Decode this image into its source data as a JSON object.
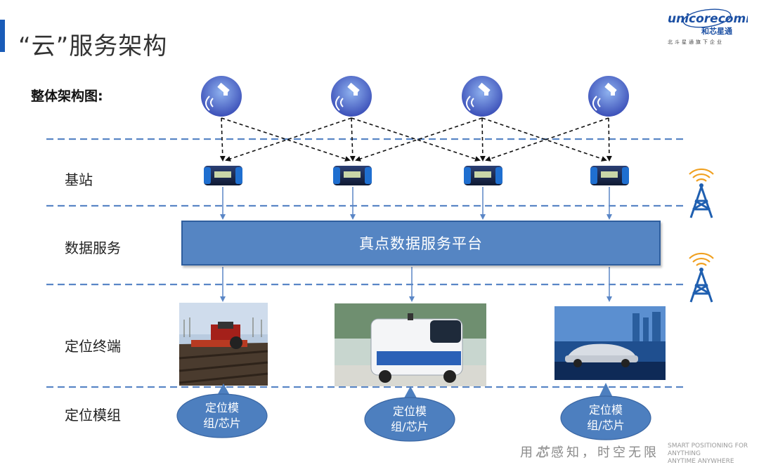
{
  "slide": {
    "title": "“云”服务架构",
    "subtitle": "整体架构图:"
  },
  "rows": {
    "base_station": "基站",
    "data_service": "数据服务",
    "terminal": "定位终端",
    "module": "定位模组"
  },
  "platform": {
    "label": "真点数据服务平台"
  },
  "bubbles": [
    {
      "line1": "定位模",
      "line2": "组/芯片"
    },
    {
      "line1": "定位模",
      "line2": "组/芯片"
    },
    {
      "line1": "定位模",
      "line2": "组/芯片"
    }
  ],
  "logo": {
    "wordmark": "unicorecomm",
    "cn": "和芯星通",
    "tagline": "北斗星通旗下企业"
  },
  "footer": {
    "slogan_a": "用",
    "slogan_b": "芯",
    "slogan_c": "感知，时空无限",
    "en_line1": "SMART POSITIONING FOR",
    "en_line2": "ANYTHING",
    "en_line3": "ANYTIME ANYWHERE"
  },
  "colors": {
    "accent": "#1a5cb8",
    "dashed_line": "#5a86c6",
    "platform": "#5585c3",
    "bubble": "#4d7fbf",
    "satellite": "#4a66c8",
    "tower": "#1f5fb0",
    "signal": "#f0a020"
  },
  "icons": {
    "satellite": "satellite-icon",
    "receiver": "gnss-receiver-icon",
    "tower": "signal-tower-icon"
  }
}
